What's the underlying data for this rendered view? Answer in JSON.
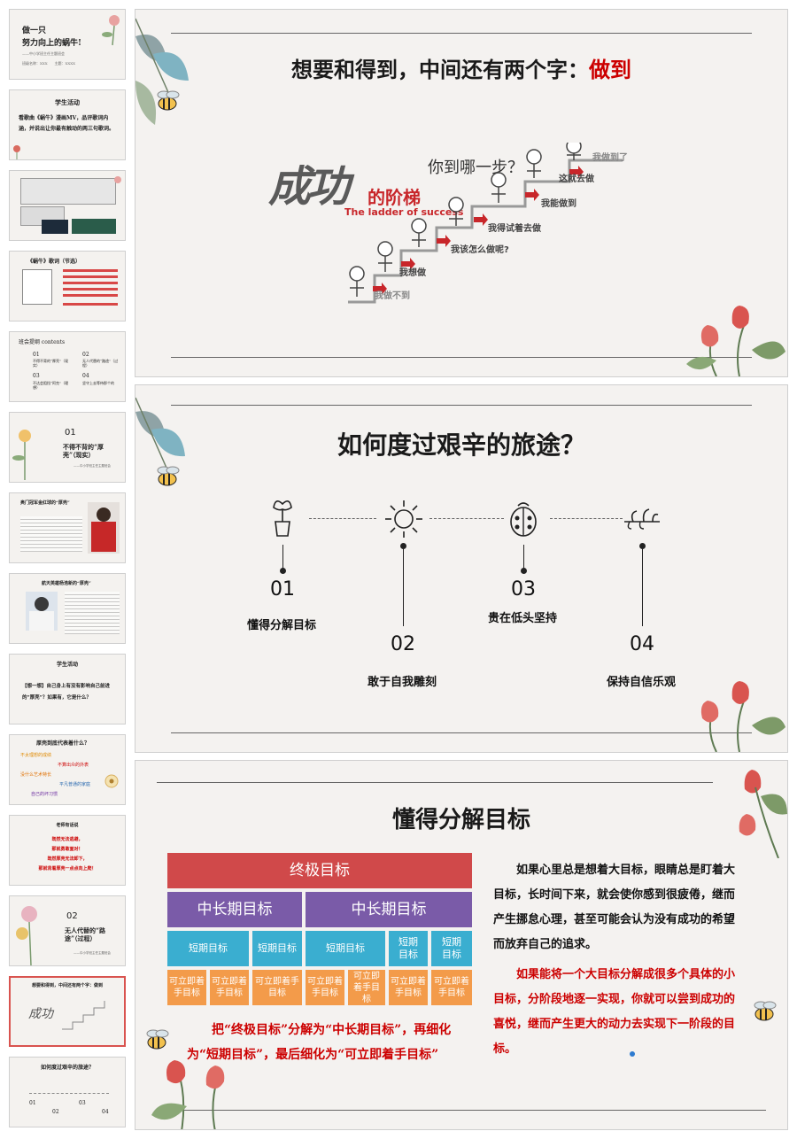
{
  "colors": {
    "accent_red": "#c00000",
    "box_red": "#d0494a",
    "box_purple": "#7a5ba8",
    "box_teal": "#3aaed0",
    "box_orange": "#f39b4a"
  },
  "thumbs": [
    {
      "title": "做一只",
      "title2": "努力向上的蜗牛!",
      "sub": "——中小学班主任主题班会",
      "meta": "班级名称：XXX　　主题：XXXX"
    },
    {
      "title": "学生活动",
      "body": "看歌曲《蜗牛》漫画MV，品评歌词内涵，并说出让你最有触动的两三句歌词。"
    },
    {},
    {
      "title": "《蜗牛》歌词（节选）"
    },
    {
      "title": "班会提纲 contents",
      "items": [
        "01",
        "不得不背的“厚壳”（现实）",
        "02",
        "无人代替的“路途”（过程）",
        "03",
        "不达会阻挡“阿克”（理想）",
        "04",
        "坚守上去等待那个的"
      ]
    },
    {
      "num": "01",
      "title": "不得不背的“厚壳”（现实）",
      "sub": "——中小学班主任主题班会"
    },
    {
      "title": "奥门冠军金红球的“厚壳”"
    },
    {
      "title": "航天英雄杨浩新的“厚壳”"
    },
    {
      "title": "学生活动",
      "body": "【想一想】自己身上有没有影响自己前进的“厚壳”？如果有，它是什么？"
    },
    {
      "title": "厚壳到底代表着什么？",
      "items": [
        "不太理想的成绩",
        "不算出众的外表",
        "没什么艺术特长",
        "平凡普通的家庭",
        "自己的坏习惯"
      ]
    },
    {
      "title": "老师有话说",
      "lines": [
        "既然无法逃避，",
        "那就勇敢面对！",
        "既然厚壳无法卸下，",
        "那就背着厚壳一点点向上爬！"
      ]
    },
    {
      "num": "02",
      "title": "无人代替的“路途”（过程）",
      "sub": "——中小学班主任主题班会"
    },
    {
      "title": "想要和得到，中间还有两个字：做到"
    },
    {
      "title": "如何度过艰辛的旅途？",
      "steps": [
        "01",
        "02",
        "03",
        "04"
      ]
    }
  ],
  "slide1": {
    "title_prefix": "想要和得到，中间还有两个字：",
    "title_highlight": "做到",
    "ladder": {
      "big_title": "成功",
      "subtitle_cn": "的阶梯",
      "subtitle_en": "The ladder of success",
      "question": "你到哪一步？",
      "steps": [
        "我做不到",
        "我想做",
        "我该怎么做呢?",
        "我得试着去做",
        "我能做到",
        "这就去做",
        "我做到了"
      ]
    }
  },
  "slide2": {
    "title": "如何度过艰辛的旅途？",
    "steps": [
      {
        "num": "01",
        "label": "懂得分解目标",
        "icon": "plant-pot-icon"
      },
      {
        "num": "02",
        "label": "敢于自我雕刻",
        "icon": "sun-icon"
      },
      {
        "num": "03",
        "label": "贵在低头坚持",
        "icon": "ladybug-icon"
      },
      {
        "num": "04",
        "label": "保持自信乐观",
        "icon": "bird-branch-icon"
      }
    ]
  },
  "slide3": {
    "title": "懂得分解目标",
    "pyramid": {
      "top": "终极目标",
      "mid": [
        "中长期目标",
        "中长期目标"
      ],
      "short": [
        "短期目标",
        "短期目标",
        "短期目标",
        "短期目标",
        "短期目标"
      ],
      "immediate": [
        "可立即着手目标",
        "可立即着手目标",
        "可立即着手目标",
        "可立即着手目标",
        "可立即着手目标",
        "可立即着手目标",
        "可立即着手目标"
      ]
    },
    "caption": "把“终极目标”分解为“中长期目标”，再细化为“短期目标”，最后细化为“可立即着手目标”",
    "para1": "如果心里总是想着大目标，眼睛总是盯着大目标，长时间下来，就会使你感到很疲倦，继而产生挪怠心理，甚至可能会认为没有成功的希望而放弃自己的追求。",
    "para2": "如果能将一个大目标分解成很多个具体的小目标，分阶段地逐一实现，你就可以尝到成功的喜悦，继而产生更大的动力去实现下一阶段的目标。"
  }
}
